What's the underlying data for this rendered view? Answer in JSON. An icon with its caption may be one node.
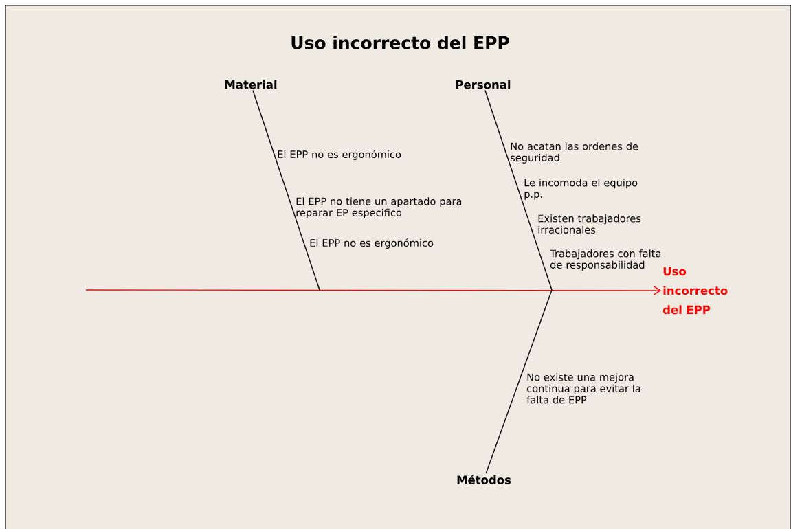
{
  "diagram": {
    "title": "Uso incorrecto del EPP",
    "nodes": [
      {
        "text": [
          "Material"
        ]
      },
      {
        "text": [
          "Personal"
        ]
      },
      {
        "text": [
          "Métodos"
        ]
      },
      {
        "text": [
          "Uso incorrecto del EPP"
        ]
      }
    ],
    "edges": [
      {
        "from": null,
        "to": 3,
        "arrow": "to",
        "color": "#ff0000"
      },
      {
        "from": 0,
        "to": null,
        "arrow": "none"
      },
      {
        "from": 1,
        "to": null,
        "arrow": "none"
      },
      {
        "from": 2,
        "to": null,
        "arrow": "none"
      }
    ],
    "labels": [
      "El EPP no es ergonómico",
      "El EPP no tiene un apartado para reparar EP especifico",
      "El EPP no es ergonómico",
      "No acatan las ordenes de seguridad",
      "Le incomoda el equipo p.p.",
      "Existen trabajadores irracionales",
      "Trabajadores con falta de responsabilidad",
      "No existe una mejora continua para evitar la falta de EPP"
    ]
  }
}
